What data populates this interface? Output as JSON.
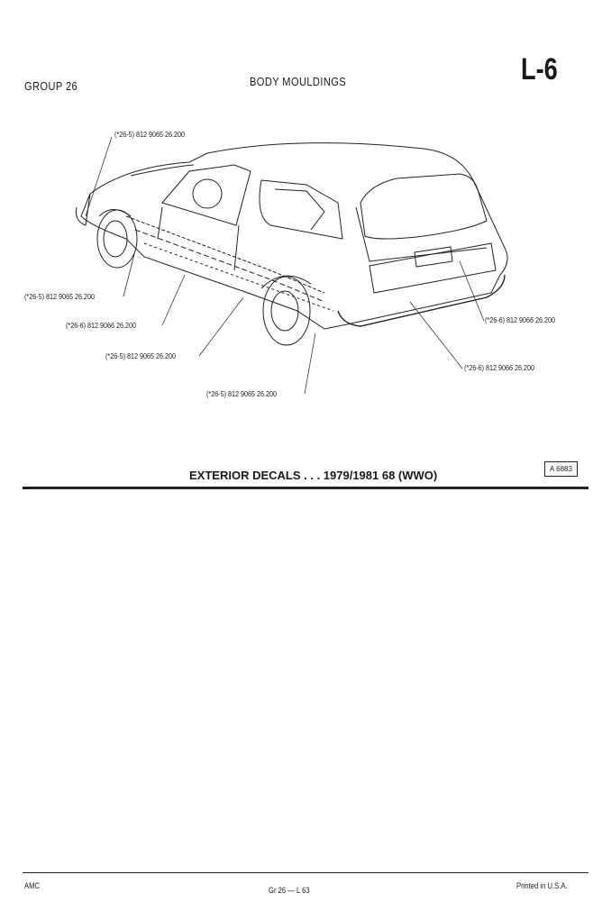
{
  "header": {
    "group": "GROUP 26",
    "title": "BODY MOULDINGS",
    "page_code": "L-6"
  },
  "callouts": [
    {
      "text": "(*26-5) 812 9065  26.200"
    },
    {
      "text": "(*26-5) 812 9065  26.200"
    },
    {
      "text": "(*26-6) 812 9066  26.200"
    },
    {
      "text": "(*26-5) 812 9065  26.200"
    },
    {
      "text": "(*26-5) 812 9065  26.200"
    },
    {
      "text": "(*26-6) 812 9066  26.200"
    },
    {
      "text": "(*26-6) 812 9066  26.200"
    }
  ],
  "section": {
    "title": "EXTERIOR DECALS . . . 1979/1981  68 (WWO)",
    "figure_id": "A 6883"
  },
  "footer": {
    "left": "AMC",
    "center": "Gr 26 — L 63",
    "right": "Printed  in U.S.A."
  }
}
